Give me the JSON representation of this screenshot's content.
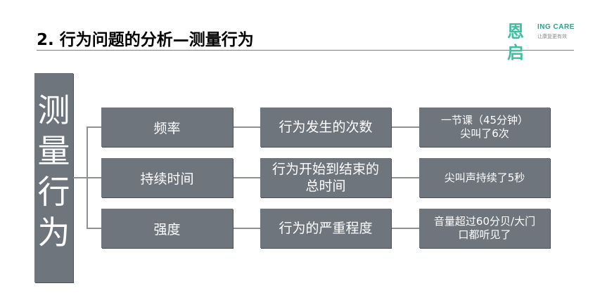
{
  "header": {
    "title": "2. 行为问题的分析—测量行为",
    "logo_mark": "恩启",
    "logo_brand": "ING CARE",
    "logo_slogan": "让康复更有效"
  },
  "diagram": {
    "root": "测\n量\n行\n为",
    "rows": [
      {
        "name": "频率",
        "definition": "行为发生的次数",
        "example": "一节课（45分钟）\n尖叫了6次"
      },
      {
        "name": "持续时间",
        "definition": "行为开始到结束的\n总时间",
        "example": "尖叫声持续了5秒"
      },
      {
        "name": "强度",
        "definition": "行为的严重程度",
        "example": "音量超过60分贝/大门\n口都听见了"
      }
    ]
  }
}
